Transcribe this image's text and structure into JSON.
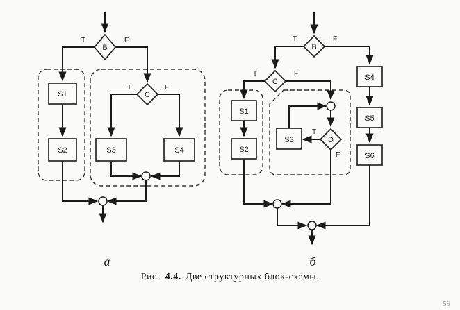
{
  "diagram": {
    "conditions": {
      "b": "B",
      "c": "C",
      "d": "D"
    },
    "statements": {
      "s1": "S1",
      "s2": "S2",
      "s3": "S3",
      "s4": "S4",
      "s5": "S5",
      "s6": "S6"
    },
    "true_label": "T",
    "false_label": "F",
    "panels": {
      "left": "а",
      "right": "б"
    }
  },
  "caption": {
    "prefix": "Рис.",
    "number": "4.4.",
    "text": "Две структурных блок-схемы."
  },
  "page_number": "59"
}
